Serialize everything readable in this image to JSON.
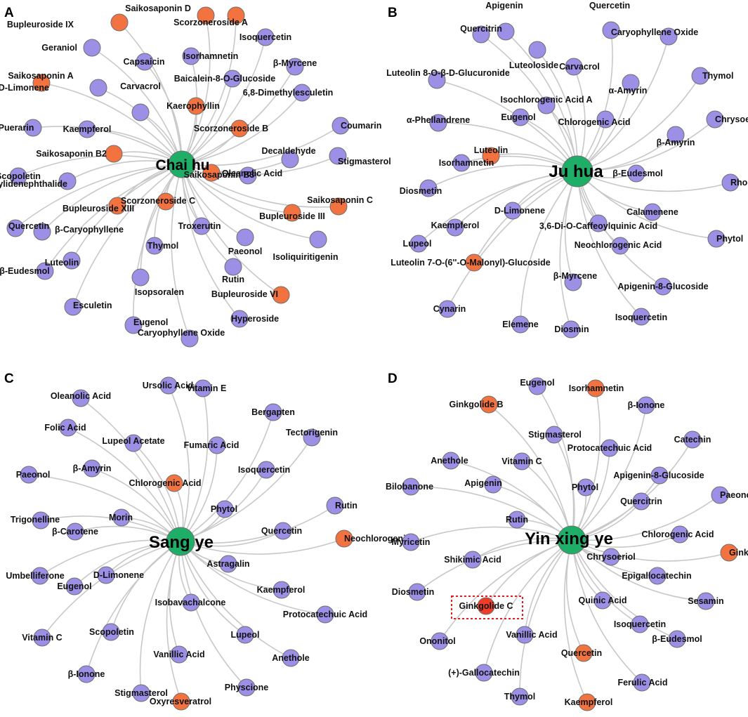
{
  "colors": {
    "compound": "#9b8fe6",
    "marker": "#f2733f",
    "hub": "#1fae68",
    "marker_strong": "#f03d28",
    "edge": "#c8c8c8"
  },
  "panels": [
    {
      "id": "A",
      "letter": "A",
      "hub": "Chai hu",
      "nodes": [
        {
          "label": "Saikosaponin D",
          "type": "marker"
        },
        {
          "label": "Bupleuroside IX",
          "type": "marker"
        },
        {
          "label": "Scorzoneroside A",
          "type": "marker"
        },
        {
          "label": "Isoquercetin",
          "type": "compound"
        },
        {
          "label": "Geraniol",
          "type": "compound"
        },
        {
          "label": "Capsaicin",
          "type": "compound"
        },
        {
          "label": "Isorhamnetin",
          "type": "compound"
        },
        {
          "label": "β-Myrcene",
          "type": "compound"
        },
        {
          "label": "Baicalein-8-O-Glucoside",
          "type": "compound"
        },
        {
          "label": "Saikosaponin A",
          "type": "marker"
        },
        {
          "label": "D-Limonene",
          "type": "compound"
        },
        {
          "label": "6,8-Dimethylesculetin",
          "type": "compound"
        },
        {
          "label": "Kaerophyllin",
          "type": "marker"
        },
        {
          "label": "Carvacrol",
          "type": "compound"
        },
        {
          "label": "Coumarin",
          "type": "compound"
        },
        {
          "label": "Puerarin",
          "type": "compound"
        },
        {
          "label": "Kaempferol",
          "type": "compound"
        },
        {
          "label": "Scorzoneroside B",
          "type": "marker"
        },
        {
          "label": "Saikosaponin B2",
          "type": "marker"
        },
        {
          "label": "Decaldehyde",
          "type": "compound"
        },
        {
          "label": "Stigmasterol",
          "type": "compound"
        },
        {
          "label": "Scopoletin",
          "type": "compound"
        },
        {
          "label": "N-Butylidenephthalide",
          "type": "compound"
        },
        {
          "label": "Saikosaponin B3",
          "type": "marker"
        },
        {
          "label": "Oleanolic Acid",
          "type": "compound"
        },
        {
          "label": "Scorzoneroside C",
          "type": "marker"
        },
        {
          "label": "Saikosaponin C",
          "type": "marker"
        },
        {
          "label": "Bupleuroside XIII",
          "type": "marker"
        },
        {
          "label": "Bupleuroside III",
          "type": "marker"
        },
        {
          "label": "Quercetin",
          "type": "compound"
        },
        {
          "label": "β-Caryophyllene",
          "type": "compound"
        },
        {
          "label": "Troxerutin",
          "type": "compound"
        },
        {
          "label": "Thymol",
          "type": "compound"
        },
        {
          "label": "Paeonol",
          "type": "compound"
        },
        {
          "label": "Luteolin",
          "type": "compound"
        },
        {
          "label": "Isoliquiritigenin",
          "type": "compound"
        },
        {
          "label": "β-Eudesmol",
          "type": "compound"
        },
        {
          "label": "Rutin",
          "type": "compound"
        },
        {
          "label": "Isopsoralen",
          "type": "compound"
        },
        {
          "label": "Bupleuroside VI",
          "type": "marker"
        },
        {
          "label": "Esculetin",
          "type": "compound"
        },
        {
          "label": "Hyperoside",
          "type": "compound"
        },
        {
          "label": "Eugenol",
          "type": "compound"
        },
        {
          "label": "Caryophyllene Oxide",
          "type": "compound"
        }
      ]
    },
    {
      "id": "B",
      "letter": "B",
      "hub": "Ju hua",
      "nodes": [
        {
          "label": "Apigenin",
          "type": "compound"
        },
        {
          "label": "Quercetin",
          "type": "compound"
        },
        {
          "label": "Caryophyllene Oxide",
          "type": "compound"
        },
        {
          "label": "Quercitrin",
          "type": "compound"
        },
        {
          "label": "Luteoloside",
          "type": "compound"
        },
        {
          "label": "Carvacrol",
          "type": "compound"
        },
        {
          "label": "Thymol",
          "type": "compound"
        },
        {
          "label": "Luteolin 8-O-β-D-Glucuronide",
          "type": "compound"
        },
        {
          "label": "α-Amyrin",
          "type": "compound"
        },
        {
          "label": "Isochlorogenic Acid A",
          "type": "compound"
        },
        {
          "label": "Eugenol",
          "type": "compound"
        },
        {
          "label": "Chlorogenic Acid",
          "type": "compound"
        },
        {
          "label": "Chrysoeriol",
          "type": "compound"
        },
        {
          "label": "α-Phellandrene",
          "type": "compound"
        },
        {
          "label": "β-Amyrin",
          "type": "compound"
        },
        {
          "label": "Luteolin",
          "type": "marker"
        },
        {
          "label": "Isorhamnetin",
          "type": "compound"
        },
        {
          "label": "β-Eudesmol",
          "type": "compound"
        },
        {
          "label": "Rhoifolin",
          "type": "compound"
        },
        {
          "label": "Diosmetin",
          "type": "compound"
        },
        {
          "label": "D-Limonene",
          "type": "compound"
        },
        {
          "label": "Calamenene",
          "type": "compound"
        },
        {
          "label": "Kaempferol",
          "type": "compound"
        },
        {
          "label": "3,6-Di-O-Caffeoylquinic Acid",
          "type": "compound"
        },
        {
          "label": "Phytol",
          "type": "compound"
        },
        {
          "label": "Lupeol",
          "type": "compound"
        },
        {
          "label": "Neochlorogenic Acid",
          "type": "compound"
        },
        {
          "label": "Luteolin 7-O-(6''-O-Malonyl)-Glucoside",
          "type": "marker"
        },
        {
          "label": "β-Myrcene",
          "type": "compound"
        },
        {
          "label": "Apigenin-8-Glucoside",
          "type": "compound"
        },
        {
          "label": "Cynarin",
          "type": "compound"
        },
        {
          "label": "Isoquercetin",
          "type": "compound"
        },
        {
          "label": "Elemene",
          "type": "compound"
        },
        {
          "label": "Diosmin",
          "type": "compound"
        }
      ]
    },
    {
      "id": "C",
      "letter": "C",
      "hub": "Sang ye",
      "nodes": [
        {
          "label": "Ursolic Acid",
          "type": "compound"
        },
        {
          "label": "Vitamin E",
          "type": "compound"
        },
        {
          "label": "Oleanolic Acid",
          "type": "compound"
        },
        {
          "label": "Bergapten",
          "type": "compound"
        },
        {
          "label": "Folic Acid",
          "type": "compound"
        },
        {
          "label": "Lupeol Acetate",
          "type": "compound"
        },
        {
          "label": "Fumaric Acid",
          "type": "compound"
        },
        {
          "label": "Tectorigenin",
          "type": "compound"
        },
        {
          "label": "Paeonol",
          "type": "compound"
        },
        {
          "label": "β-Amyrin",
          "type": "compound"
        },
        {
          "label": "Isoquercetin",
          "type": "compound"
        },
        {
          "label": "Chlorogenic Acid",
          "type": "marker"
        },
        {
          "label": "Rutin",
          "type": "compound"
        },
        {
          "label": "Phytol",
          "type": "compound"
        },
        {
          "label": "Morin",
          "type": "compound"
        },
        {
          "label": "Trigonelline",
          "type": "compound"
        },
        {
          "label": "β-Carotene",
          "type": "compound"
        },
        {
          "label": "Quercetin",
          "type": "compound"
        },
        {
          "label": "Neochlorogenic",
          "type": "marker"
        },
        {
          "label": "Astragalin",
          "type": "compound"
        },
        {
          "label": "Umbelliferone",
          "type": "compound"
        },
        {
          "label": "D-Limonene",
          "type": "compound"
        },
        {
          "label": "Eugenol",
          "type": "compound"
        },
        {
          "label": "Kaempferol",
          "type": "compound"
        },
        {
          "label": "Isobavachalcone",
          "type": "compound"
        },
        {
          "label": "Protocatechuic Acid",
          "type": "compound"
        },
        {
          "label": "Vitamin C",
          "type": "compound"
        },
        {
          "label": "Scopoletin",
          "type": "compound"
        },
        {
          "label": "Lupeol",
          "type": "compound"
        },
        {
          "label": "Vanillic Acid",
          "type": "compound"
        },
        {
          "label": "Anethole",
          "type": "compound"
        },
        {
          "label": "β-Ionone",
          "type": "compound"
        },
        {
          "label": "Physcione",
          "type": "compound"
        },
        {
          "label": "Stigmasterol",
          "type": "compound"
        },
        {
          "label": "Oxyresveratrol",
          "type": "marker"
        }
      ]
    },
    {
      "id": "D",
      "letter": "D",
      "hub": "Yin xing ye",
      "nodes": [
        {
          "label": "Eugenol",
          "type": "compound"
        },
        {
          "label": "Isorhamnetin",
          "type": "marker"
        },
        {
          "label": "Ginkgolide B",
          "type": "marker"
        },
        {
          "label": "β-Ionone",
          "type": "compound"
        },
        {
          "label": "Stigmasterol",
          "type": "compound"
        },
        {
          "label": "Catechin",
          "type": "compound"
        },
        {
          "label": "Anethole",
          "type": "compound"
        },
        {
          "label": "Protocatechuic Acid",
          "type": "compound"
        },
        {
          "label": "Vitamin C",
          "type": "compound"
        },
        {
          "label": "Apigenin-8-Glucoside",
          "type": "compound"
        },
        {
          "label": "Paeonol",
          "type": "compound"
        },
        {
          "label": "Bilobanone",
          "type": "compound"
        },
        {
          "label": "Phytol",
          "type": "compound"
        },
        {
          "label": "Apigenin",
          "type": "compound"
        },
        {
          "label": "Quercitrin",
          "type": "compound"
        },
        {
          "label": "Rutin",
          "type": "compound"
        },
        {
          "label": "Chlorogenic Acid",
          "type": "compound"
        },
        {
          "label": "Myricetin",
          "type": "compound"
        },
        {
          "label": "Ginkgolide A",
          "type": "marker"
        },
        {
          "label": "Shikimic Acid",
          "type": "compound"
        },
        {
          "label": "Chrysoeriol",
          "type": "compound"
        },
        {
          "label": "Epigallocatechin",
          "type": "compound"
        },
        {
          "label": "Diosmetin",
          "type": "compound"
        },
        {
          "label": "Quinic Acid",
          "type": "compound"
        },
        {
          "label": "Ginkgolide C",
          "type": "marker_strong"
        },
        {
          "label": "Sesamin",
          "type": "compound"
        },
        {
          "label": "Isoquercetin",
          "type": "compound"
        },
        {
          "label": "Ononitol",
          "type": "compound"
        },
        {
          "label": "Vanillic Acid",
          "type": "compound"
        },
        {
          "label": "β-Eudesmol",
          "type": "compound"
        },
        {
          "label": "Quercetin",
          "type": "marker"
        },
        {
          "label": "(+)-Gallocatechin",
          "type": "compound"
        },
        {
          "label": "Ferulic Acid",
          "type": "compound"
        },
        {
          "label": "Thymol",
          "type": "compound"
        },
        {
          "label": "Kaempferol",
          "type": "marker"
        }
      ]
    }
  ]
}
